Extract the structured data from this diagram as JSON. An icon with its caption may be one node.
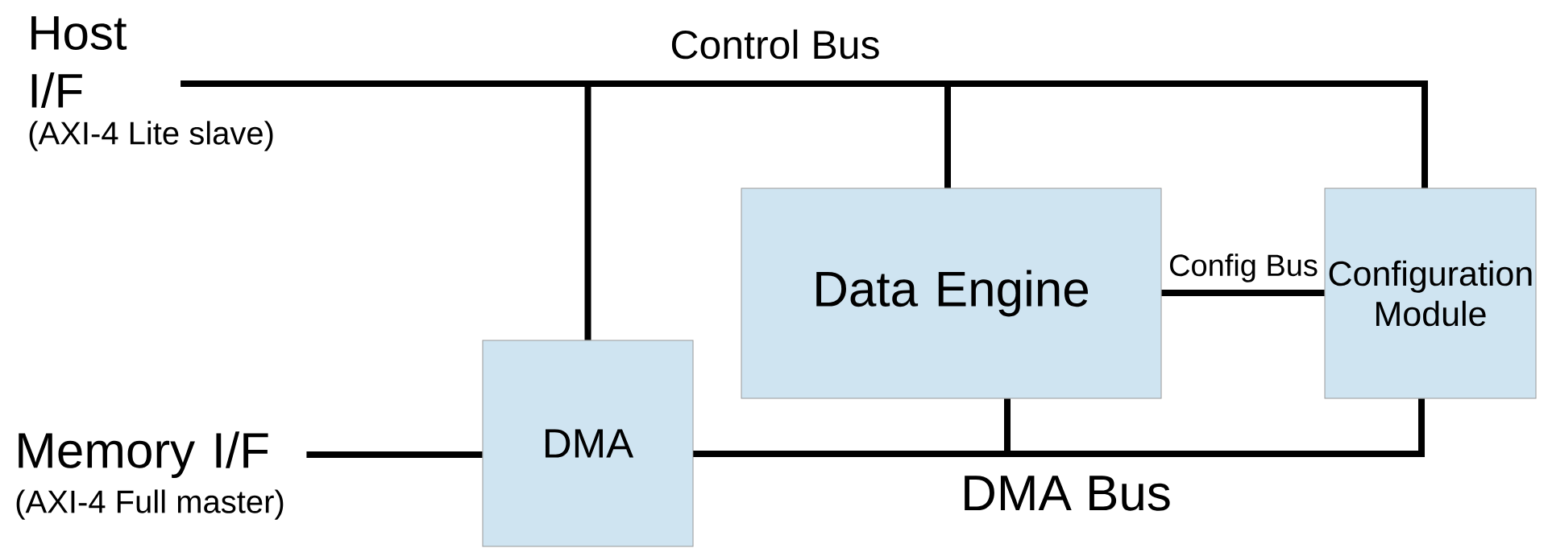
{
  "diagram": {
    "nodes": [
      {
        "text": [
          "Host I/F",
          "(AXI-4 Lite slave)"
        ]
      },
      {
        "text": [
          "Data Engine"
        ]
      },
      {
        "text": [
          "Configuration Module"
        ]
      },
      {
        "text": [
          "Memory I/F",
          "(AXI-4 Full master)"
        ]
      },
      {
        "text": [
          "DMA"
        ]
      }
    ],
    "edges": [
      {
        "from": 0,
        "to": 4,
        "arrow": "none"
      },
      {
        "from": 0,
        "to": 1,
        "arrow": "none"
      },
      {
        "from": 0,
        "to": 2,
        "arrow": "none"
      },
      {
        "from": 3,
        "to": 4,
        "arrow": "none"
      },
      {
        "from": 4,
        "to": 1,
        "arrow": "none"
      },
      {
        "from": 4,
        "to": 2,
        "arrow": "none"
      },
      {
        "from": 1,
        "to": 2,
        "label": "Config Bus",
        "arrow": "none"
      }
    ],
    "labels": [
      "Control Bus",
      "DMA Bus"
    ]
  }
}
